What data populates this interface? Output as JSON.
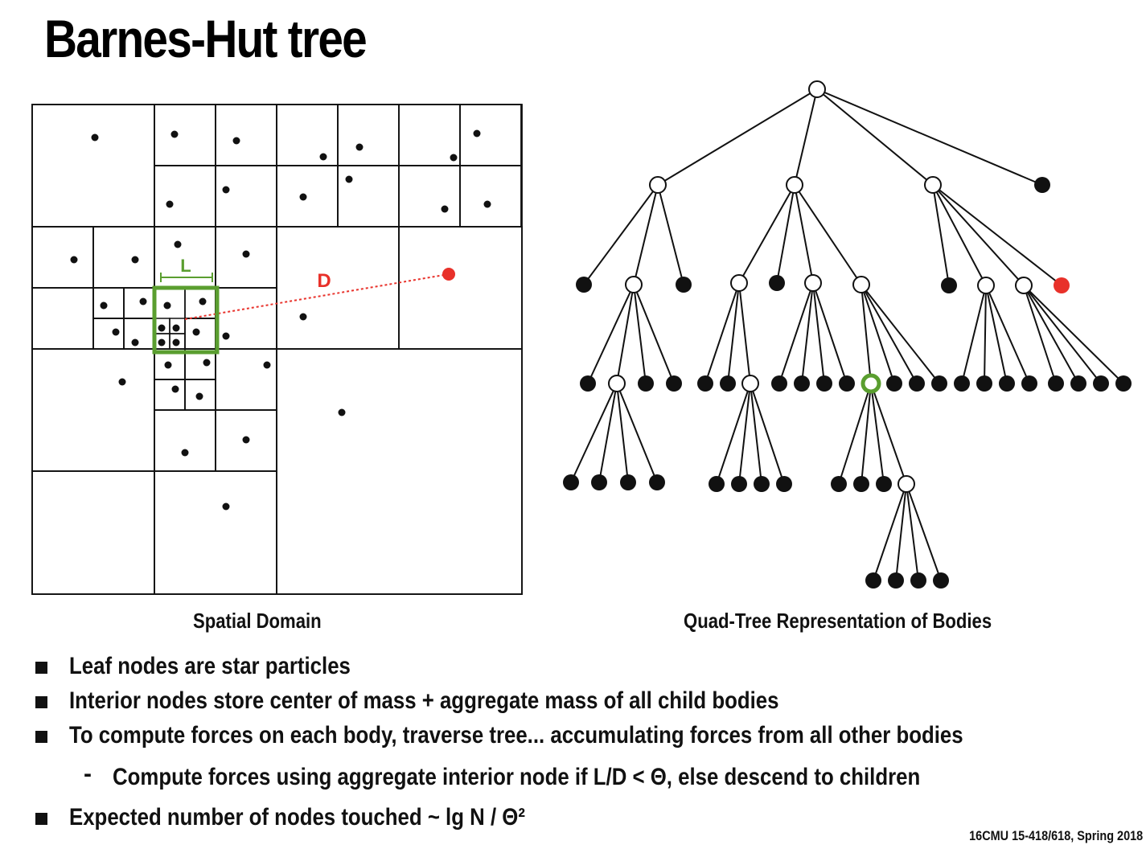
{
  "title": "Barnes-Hut tree",
  "colors": {
    "highlight_green": "#5a9e2f",
    "highlight_red": "#e8312a",
    "ink": "#111111"
  },
  "spatial_domain": {
    "caption": "Spatial Domain",
    "node_size_label": "L",
    "distance_label": "D"
  },
  "quad_tree": {
    "caption": "Quad-Tree Representation of Bodies"
  },
  "bullets": [
    "Leaf nodes are star particles",
    "Interior nodes store center of mass + aggregate mass of all child bodies",
    "To compute forces on each body, traverse tree... accumulating forces from all other bodies"
  ],
  "sub_bullet": "Compute forces using aggregate interior node if L/D < Θ, else descend to children",
  "sub_bullet_marker": "-",
  "last_bullet": "Expected number of nodes touched ~ lg N / Θ²",
  "footer": "16CMU 15-418/618, Spring 2018"
}
